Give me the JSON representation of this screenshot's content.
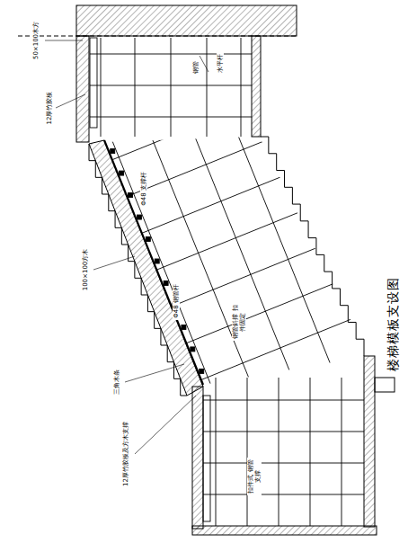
{
  "diagram": {
    "title": "楼梯模板支设图",
    "labels": [
      "50×100木方",
      "钢管",
      "水平杆",
      "12厚竹胶板",
      "Φ48 支撑杆",
      "100×100方木",
      "Φ48 钢管杆",
      "钢管斜撑 扣件固定",
      "三角木条",
      "12厚竹胶板及方木支撑",
      "扣件式 钢管支撑"
    ]
  }
}
